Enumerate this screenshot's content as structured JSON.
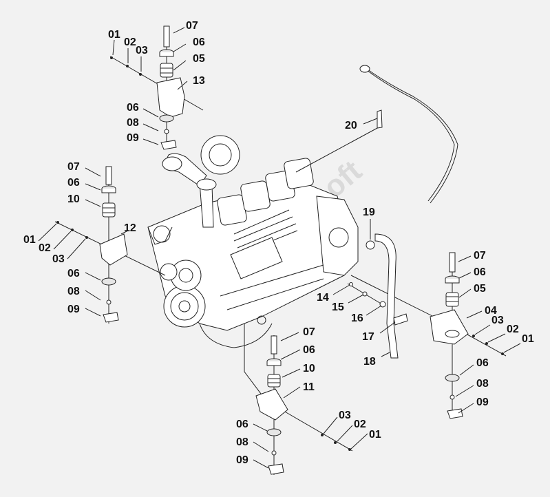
{
  "diagram": {
    "watermark": "AllParts.soft",
    "callouts": {
      "top_mount": [
        "07",
        "06",
        "05",
        "13",
        "06",
        "08",
        "09",
        "01",
        "02",
        "03"
      ],
      "left_mount": [
        "07",
        "06",
        "10",
        "12",
        "01",
        "02",
        "03",
        "06",
        "08",
        "09"
      ],
      "bottom_mount": [
        "07",
        "06",
        "10",
        "11",
        "06",
        "08",
        "09",
        "03",
        "02",
        "01"
      ],
      "right_mount": [
        "07",
        "06",
        "05",
        "04",
        "03",
        "02",
        "01",
        "06",
        "08",
        "09"
      ],
      "dipstick": [
        "20",
        "19",
        "14",
        "15",
        "16",
        "17",
        "18"
      ]
    }
  }
}
